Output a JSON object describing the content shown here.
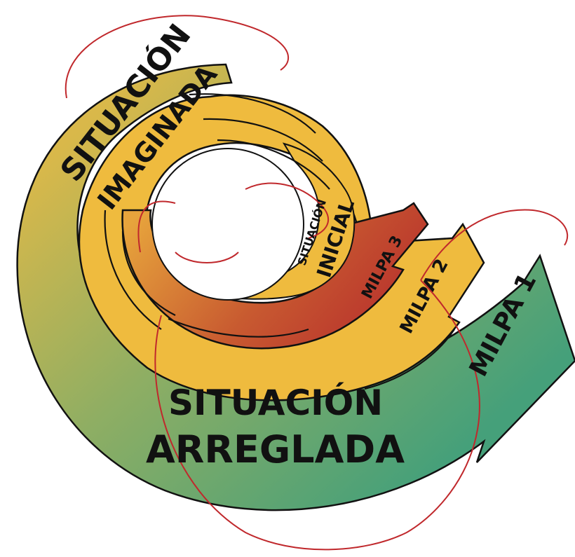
{
  "diagram": {
    "labels": {
      "situacion_imaginada_1": "SITUACIÓN",
      "situacion_imaginada_2": "IMAGINADA",
      "situacion_inicial_1": "SITUACIÓN",
      "situacion_inicial_2": "INICIAL",
      "situacion_arreglada_1": "SITUACIÓN",
      "situacion_arreglada_2": "ARREGLADA",
      "milpa_1": "MILPA 1",
      "milpa_2": "MILPA 2",
      "milpa_3": "MILPA 3"
    },
    "colors": {
      "outer_band_start": "#d9b84a",
      "outer_band_mid": "#8fae63",
      "outer_band_end": "#45a07a",
      "middle_band": "#efbb3e",
      "inner_band_start": "#e7a43c",
      "inner_band_end": "#b8312d",
      "thread": "#c0282c",
      "outline": "#111111"
    }
  }
}
